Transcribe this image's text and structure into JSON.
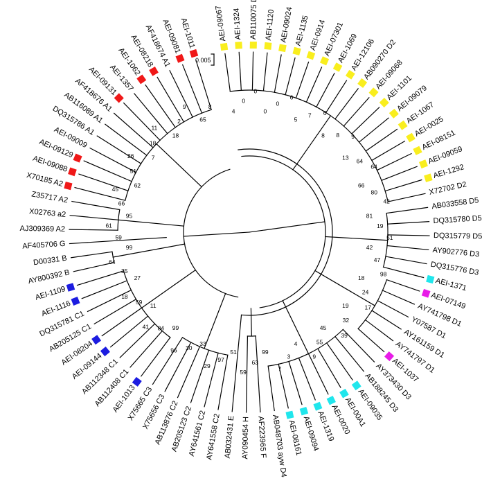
{
  "scale_bar": {
    "label": "0.005"
  },
  "colors": {
    "yellow": "#F9EE1E",
    "red": "#F01818",
    "blue": "#1C1CE0",
    "cyan": "#20E6EC",
    "magenta": "#E81CE8"
  },
  "leaves": [
    {
      "label": "AEI-09067",
      "marker": "yellow"
    },
    {
      "label": "AEI-1324",
      "marker": "yellow"
    },
    {
      "label": "AB110075 D2",
      "marker": "yellow"
    },
    {
      "label": "AEI-1120",
      "marker": "yellow"
    },
    {
      "label": "AEI-09024",
      "marker": "yellow"
    },
    {
      "label": "AEI-1135",
      "marker": "yellow"
    },
    {
      "label": "AEI-0914",
      "marker": "yellow"
    },
    {
      "label": "AEI-07301",
      "marker": "yellow"
    },
    {
      "label": "AEI-1069",
      "marker": "yellow"
    },
    {
      "label": "AEI-12106",
      "marker": "yellow"
    },
    {
      "label": "AB090270 D2",
      "marker": "yellow"
    },
    {
      "label": "AEI-09068",
      "marker": "yellow"
    },
    {
      "label": "AEI-1101",
      "marker": "yellow"
    },
    {
      "label": "AEI-09079",
      "marker": "yellow"
    },
    {
      "label": "AEI-1067",
      "marker": "yellow"
    },
    {
      "label": "AEI-0025",
      "marker": "yellow"
    },
    {
      "label": "AEI-08151",
      "marker": "yellow"
    },
    {
      "label": "AEI-09059",
      "marker": "yellow"
    },
    {
      "label": "AEI-1292",
      "marker": "yellow"
    },
    {
      "label": "X72702 D2",
      "marker": null
    },
    {
      "label": "AB033558 D5",
      "marker": null
    },
    {
      "label": "DQ315780 D5",
      "marker": null
    },
    {
      "label": "DQ315779 D5",
      "marker": null
    },
    {
      "label": "AY902776 D3",
      "marker": null
    },
    {
      "label": "DQ315776 D3",
      "marker": null
    },
    {
      "label": "AEI-1371",
      "marker": "cyan"
    },
    {
      "label": "AEI-07149",
      "marker": "magenta"
    },
    {
      "label": "AY741798 D1",
      "marker": null
    },
    {
      "label": "Y07587 D1",
      "marker": null
    },
    {
      "label": "AY161159 D1",
      "marker": null
    },
    {
      "label": "AY741797 D1",
      "marker": null
    },
    {
      "label": "AEI-1037",
      "marker": "magenta"
    },
    {
      "label": "AY373430 D3",
      "marker": null
    },
    {
      "label": "AB188245 D3",
      "marker": null
    },
    {
      "label": "AEI-09035",
      "marker": "cyan"
    },
    {
      "label": "AEI-00A1",
      "marker": "cyan"
    },
    {
      "label": "AEI-0020",
      "marker": "cyan"
    },
    {
      "label": "AEI-1319",
      "marker": "cyan"
    },
    {
      "label": "AEI-09094",
      "marker": "cyan"
    },
    {
      "label": "AEI-08161",
      "marker": "cyan"
    },
    {
      "label": "AB048703 ayw D4",
      "marker": null
    },
    {
      "label": "AF223965 F",
      "marker": null
    },
    {
      "label": "AY090454 H",
      "marker": null
    },
    {
      "label": "AB032431 E",
      "marker": null
    },
    {
      "label": "AY641558 C2",
      "marker": null
    },
    {
      "label": "AY641561 C2",
      "marker": null
    },
    {
      "label": "AB205123 C2",
      "marker": null
    },
    {
      "label": "AB113876 C2",
      "marker": null
    },
    {
      "label": "X75656 C3",
      "marker": null
    },
    {
      "label": "X75665 C3",
      "marker": null
    },
    {
      "label": "AEI-1013",
      "marker": "blue"
    },
    {
      "label": "AB112408 C1",
      "marker": null
    },
    {
      "label": "AB112348 C1",
      "marker": null
    },
    {
      "label": "AEI-09144",
      "marker": "blue"
    },
    {
      "label": "AEI-08204",
      "marker": "blue"
    },
    {
      "label": "AB205125 C1",
      "marker": null
    },
    {
      "label": "DQ315781 C1",
      "marker": null
    },
    {
      "label": "AEI-1116",
      "marker": "blue"
    },
    {
      "label": "AEI-1109",
      "marker": "blue"
    },
    {
      "label": "AY800392 B",
      "marker": null
    },
    {
      "label": "D00331 B",
      "marker": null
    },
    {
      "label": "AF405706 G",
      "marker": null
    },
    {
      "label": "AJ309369 A2",
      "marker": null
    },
    {
      "label": "X02763 a2",
      "marker": null
    },
    {
      "label": "Z35717 A2",
      "marker": null
    },
    {
      "label": "X70185 A2",
      "marker": "red"
    },
    {
      "label": "AEI-09088",
      "marker": "red"
    },
    {
      "label": "AEI-09129",
      "marker": "red"
    },
    {
      "label": "AEI-09009",
      "marker": null
    },
    {
      "label": "DQ315786 A1",
      "marker": null
    },
    {
      "label": "AB116089 A1",
      "marker": null
    },
    {
      "label": "AF418676 A1",
      "marker": null
    },
    {
      "label": "AEI-09131",
      "marker": "red"
    },
    {
      "label": "AEI-1357",
      "marker": null
    },
    {
      "label": "AEI-1062",
      "marker": "red"
    },
    {
      "label": "AEI-08218",
      "marker": "red"
    },
    {
      "label": "AF418674 A1",
      "marker": null
    },
    {
      "label": "AEI-09081",
      "marker": "red"
    },
    {
      "label": "AEI-1011",
      "marker": "red"
    }
  ],
  "bootstrap_values": [
    "4",
    "0",
    "0",
    "0",
    "0",
    "6",
    "5",
    "7",
    "6",
    "8",
    "8",
    "9",
    "13",
    "64",
    "64",
    "66",
    "80",
    "42",
    "81",
    "19",
    "51",
    "42",
    "47",
    "98",
    "18",
    "24",
    "17",
    "19",
    "32",
    "39",
    "45",
    "55",
    "9",
    "4",
    "3",
    "7",
    "99",
    "63",
    "59",
    "51",
    "97",
    "29",
    "33",
    "30",
    "96",
    "99",
    "84",
    "41",
    "11",
    "59",
    "18",
    "27",
    "35",
    "64",
    "99",
    "59",
    "61",
    "95",
    "66",
    "45",
    "62",
    "51",
    "26",
    "7",
    "18",
    "11",
    "18",
    "2",
    "9",
    "65",
    "8"
  ]
}
